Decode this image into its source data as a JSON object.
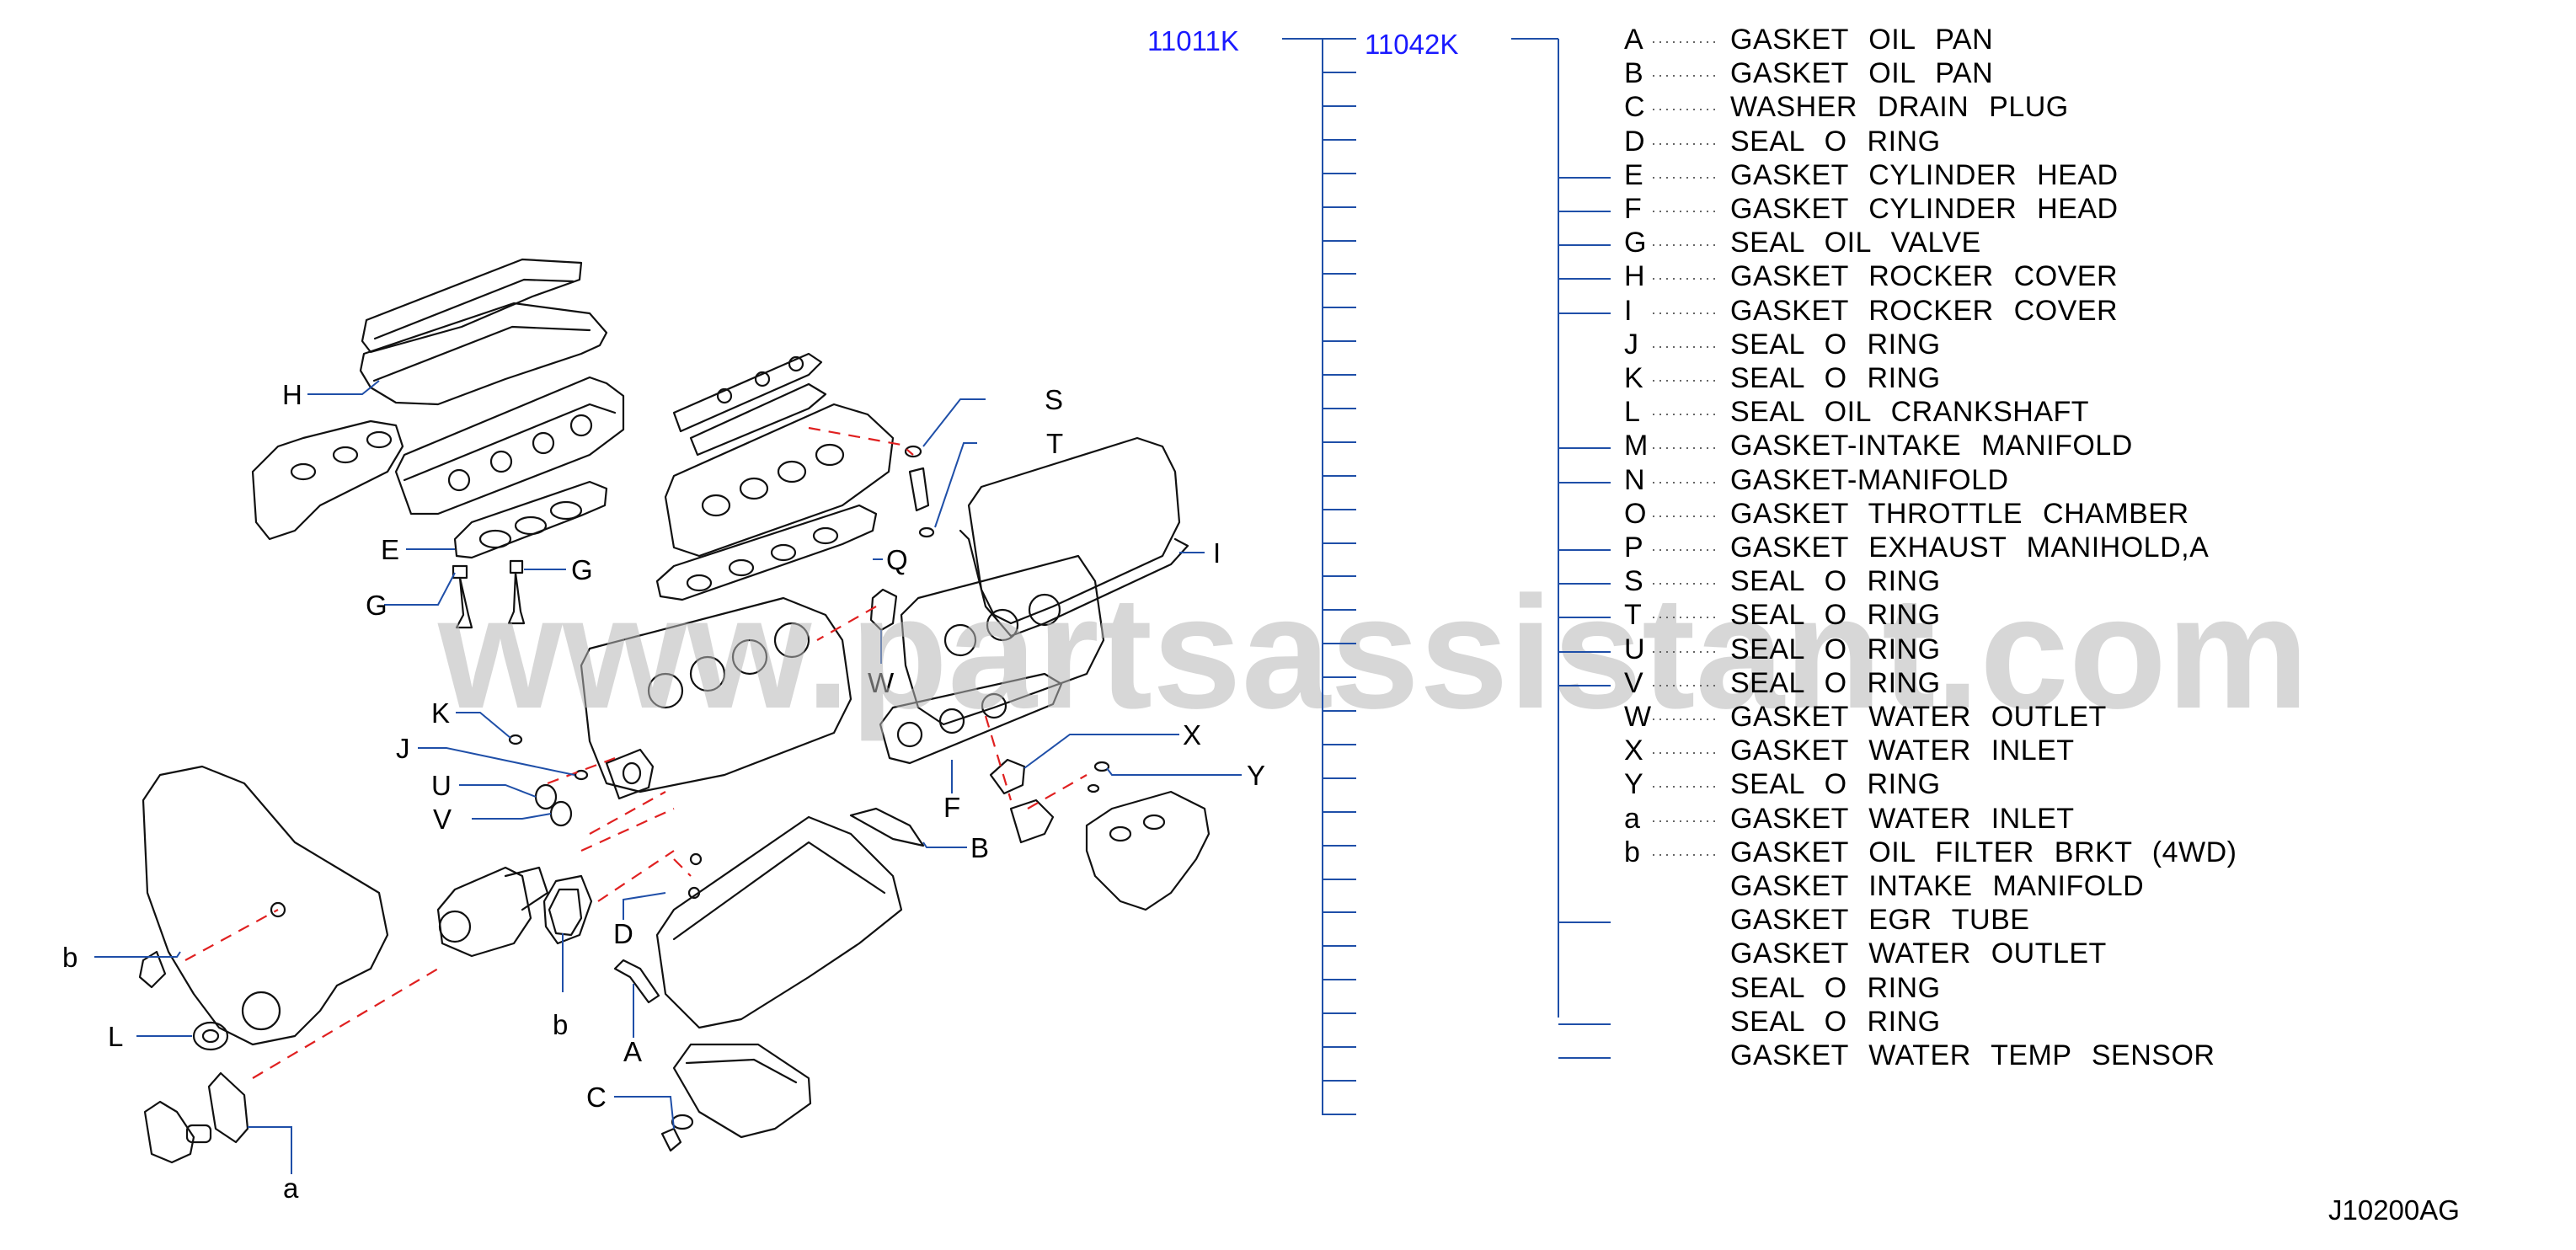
{
  "diagram": {
    "codes": {
      "kit": "11011K",
      "subkit": "11042K"
    },
    "watermark": "www.partsassistant.com",
    "figure_id": "J10200AG",
    "callouts": [
      "H",
      "E",
      "G",
      "G",
      "S",
      "T",
      "Q",
      "I",
      "W",
      "K",
      "J",
      "U",
      "V",
      "X",
      "Y",
      "F",
      "B",
      "b",
      "L",
      "D",
      "b",
      "A",
      "C",
      "a"
    ],
    "legend": [
      {
        "key": "A",
        "desc": "GASKET  OIL  PAN"
      },
      {
        "key": "B",
        "desc": "GASKET  OIL  PAN"
      },
      {
        "key": "C",
        "desc": "WASHER  DRAIN  PLUG"
      },
      {
        "key": "D",
        "desc": "SEAL  O  RING"
      },
      {
        "key": "E",
        "desc": "GASKET  CYLINDER  HEAD"
      },
      {
        "key": "F",
        "desc": "GASKET  CYLINDER  HEAD"
      },
      {
        "key": "G",
        "desc": "SEAL  OIL  VALVE"
      },
      {
        "key": "H",
        "desc": "GASKET  ROCKER  COVER"
      },
      {
        "key": "I",
        "desc": "GASKET  ROCKER  COVER"
      },
      {
        "key": "J",
        "desc": "SEAL  O  RING"
      },
      {
        "key": "K",
        "desc": "SEAL  O  RING"
      },
      {
        "key": "L",
        "desc": "SEAL  OIL  CRANKSHAFT"
      },
      {
        "key": "M",
        "desc": "GASKET-INTAKE  MANIFOLD"
      },
      {
        "key": "N",
        "desc": "GASKET-MANIFOLD"
      },
      {
        "key": "O",
        "desc": "GASKET  THROTTLE  CHAMBER"
      },
      {
        "key": "P",
        "desc": "GASKET  EXHAUST  MANIHOLD,A"
      },
      {
        "key": "S",
        "desc": "SEAL  O  RING"
      },
      {
        "key": "T",
        "desc": "SEAL  O  RING"
      },
      {
        "key": "U",
        "desc": "SEAL  O  RING"
      },
      {
        "key": "V",
        "desc": "SEAL  O  RING"
      },
      {
        "key": "W",
        "desc": "GASKET  WATER  OUTLET"
      },
      {
        "key": "X",
        "desc": "GASKET  WATER  INLET"
      },
      {
        "key": "Y",
        "desc": "SEAL  O  RING"
      },
      {
        "key": "a",
        "desc": "GASKET  WATER  INLET"
      },
      {
        "key": "b",
        "desc": "GASKET  OIL  FILTER  BRKT  (4WD)"
      },
      {
        "key": "",
        "desc": "GASKET  INTAKE  MANIFOLD"
      },
      {
        "key": "",
        "desc": "GASKET  EGR  TUBE"
      },
      {
        "key": "",
        "desc": "GASKET  WATER  OUTLET"
      },
      {
        "key": "",
        "desc": "SEAL  O  RING"
      },
      {
        "key": "",
        "desc": "SEAL  O  RING"
      },
      {
        "key": "",
        "desc": "GASKET  WATER  TEMP  SENSOR"
      }
    ]
  }
}
